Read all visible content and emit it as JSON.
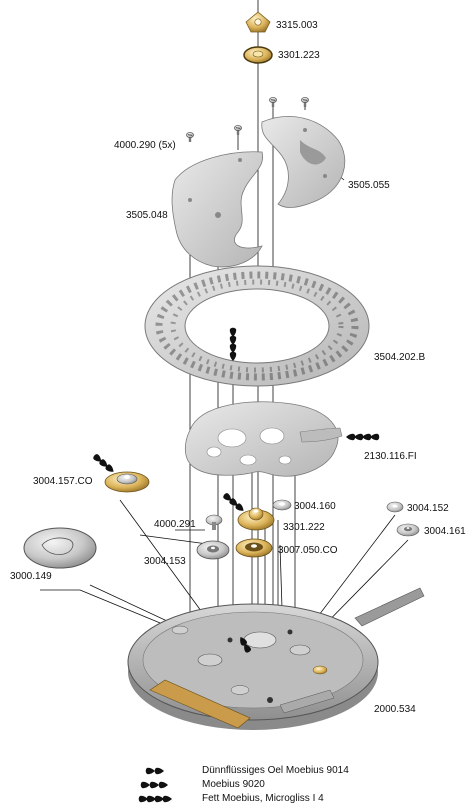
{
  "parts": [
    {
      "id": "p3315003",
      "label": "3315.003"
    },
    {
      "id": "p3301223",
      "label": "3301.223"
    },
    {
      "id": "p4000290",
      "label": "4000.290 (5x)"
    },
    {
      "id": "p3505055",
      "label": "3505.055"
    },
    {
      "id": "p3505048",
      "label": "3505.048"
    },
    {
      "id": "p3504202",
      "label": "3504.202.B"
    },
    {
      "id": "p2130116",
      "label": "2130.116.FI"
    },
    {
      "id": "p3004157",
      "label": "3004.157.CO"
    },
    {
      "id": "p3004160",
      "label": "3004.160"
    },
    {
      "id": "p3004152",
      "label": "3004.152"
    },
    {
      "id": "p4000291",
      "label": "4000.291"
    },
    {
      "id": "p3301222",
      "label": "3301.222"
    },
    {
      "id": "p3004161",
      "label": "3004.161"
    },
    {
      "id": "p3004153",
      "label": "3004.153"
    },
    {
      "id": "p3007050",
      "label": "3007.050.CO"
    },
    {
      "id": "p3000149",
      "label": "3000.149"
    },
    {
      "id": "p2000534",
      "label": "2000.534"
    }
  ],
  "legend": [
    {
      "drops": 2,
      "label": "Dünnflüssiges Oel Moebius 9014"
    },
    {
      "drops": 3,
      "label": "Moebius 9020"
    },
    {
      "drops": 4,
      "label": "Fett Moebius, Microgliss I 4"
    }
  ],
  "colors": {
    "steel": "#b9b9b9",
    "steel_dark": "#6f6f6f",
    "brass": "#d8b760",
    "ink": "#111111"
  }
}
